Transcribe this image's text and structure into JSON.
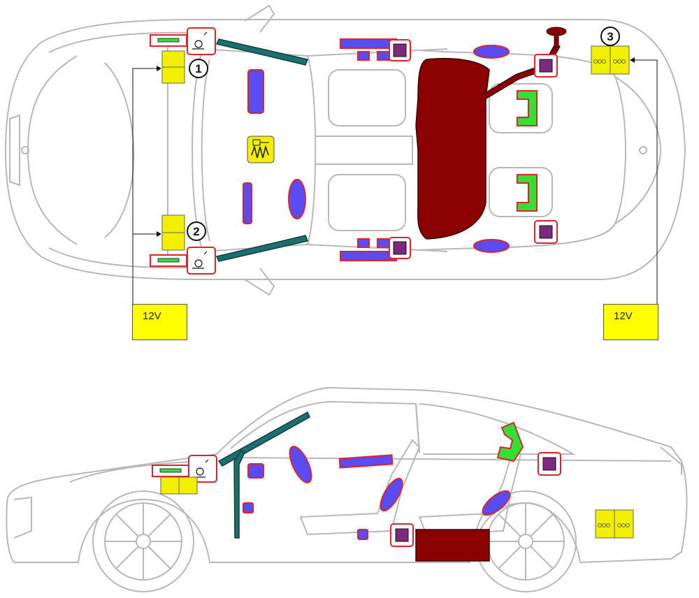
{
  "legend": {
    "voltage_left": "12V",
    "voltage_right": "12V",
    "callout_1": "1",
    "callout_2": "2",
    "callout_3": "3"
  },
  "colors": {
    "car_outline": "#b8b8b8",
    "airbag": "#5a4cf2",
    "airbag_border": "#e0222a",
    "control_unit": "#7d2a7e",
    "fuel_tank": "#8b0000",
    "rollover_bar": "#1c6f6f",
    "belt_tensioner": "#35e035",
    "battery": "#f2ef00",
    "label_bg": "#ffff00"
  },
  "icons": [
    "battery-icon",
    "hood-hinge-icon",
    "gas-spring-icon",
    "control-unit-icon",
    "airbag-icon",
    "fuel-tank-icon",
    "rollover-bar-icon",
    "belt-tensioner-icon"
  ]
}
